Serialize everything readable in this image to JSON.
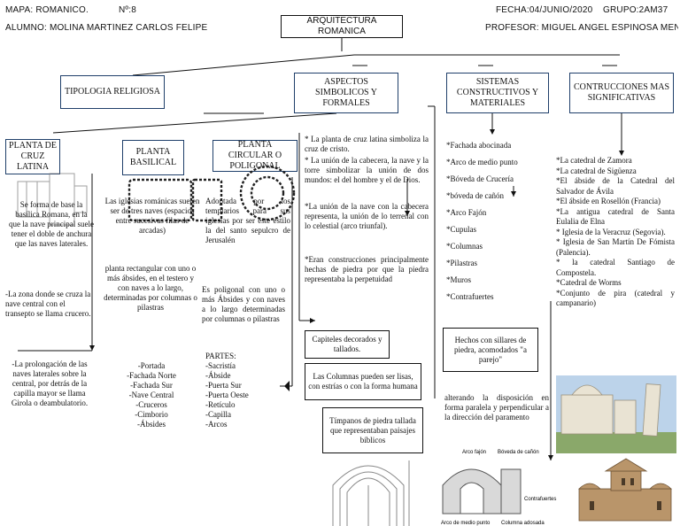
{
  "header": {
    "map": "MAPA: ROMANICO.",
    "number": "Nº:8",
    "date": "FECHA:04/JUNIO/2020",
    "group": "GRUPO:2AM37",
    "student": "ALUMNO: MOLINA MARTÍNEZ CARLOS FELIPE",
    "professor": "PROFESOR: MIGUEL ANGEL ESPINOSA MENESES"
  },
  "title": "ARQUITECTURA ROMANICA",
  "branches": {
    "tipologia": "TIPOLOGIA RELIGIOSA",
    "aspectos": "ASPECTOS SIMBOLICOS Y FORMALES",
    "sistemas": "SISTEMAS CONSTRUCTIVOS Y MATERIALES",
    "construcciones": "CONTRUCCIONES MAS SIGNIFICATIVAS"
  },
  "tipologia": {
    "cruz_title": "PLANTA DE CRUZ LATINA",
    "cruz_text1": "Se forma de base la basílica Romana, en la que la nave principal suele tener el doble de anchura que las naves laterales.",
    "cruz_text2": "-La zona donde se cruza la nave central con el transepto se llama crucero.",
    "cruz_text3": "-La prolongación de las naves laterales sobre la central, por detrás de la capilla mayor se llama Girola o deambulatorio.",
    "basilical_title": "PLANTA BASILICAL",
    "basilical_text1": "Las iglesias románicas suelen ser de tres naves (espacios entre sucesivas filas de arcadas)",
    "basilical_text2": "planta rectangular con uno o más ábsides, en el testero y con naves a lo largo, determinadas por columnas o pilastras",
    "basilical_parts": [
      "-Portada",
      "-Fachada Norte",
      "-Fachada Sur",
      "-Nave Central",
      "-Cruceros",
      "-Cimborio",
      "-Ábsides"
    ],
    "circular_title": "PLANTA CIRCULAR O POLIGONAL",
    "circular_text1": "Adoptada por los templarios para sus iglesias por ser este estilo la del santo sepulcro de Jerusalén",
    "circular_text2": "Es poligonal con uno o más Ábsides y con naves a lo largo determinadas por columnas o pilastras",
    "partes_title": "PARTES:",
    "partes": [
      "-Sacristía",
      "-Ábside",
      "-Puerta Sur",
      "-Puerta Oeste",
      "-Retículo",
      "-Capilla",
      "-Arcos"
    ]
  },
  "aspectos": {
    "p1": "* La planta de cruz latina simboliza la cruz de cristo.",
    "p2": "* La unión de la cabecera, la nave y la torre simbolizar la unión de dos mundos: el del hombre y el de Dios.",
    "p3": "*La unión de la nave con la cabecera representa, la unión de lo terrenal con lo celestial (arco triunfal).",
    "p4": "*Eran construcciones principalmente hechas de piedra por que la piedra representaba la perpetuidad",
    "box1": "Capiteles decorados y tallados.",
    "box2": "Las Columnas pueden ser lisas, con estrías o con la forma humana",
    "box3": "Tímpanos de piedra tallada que representaban paisajes bíblicos"
  },
  "sistemas": {
    "items": [
      "*Fachada abocinada",
      "*Arco de medio punto",
      "*Bóveda de Crucería",
      "*bóveda de cañón",
      "*Arco Fajón",
      "*Cupulas",
      "*Columnas",
      "*Pilastras",
      "*Muros",
      "*Contrafuertes"
    ],
    "box": "Hechos con sillares de piedra, acomodados \"a parejo\"",
    "text": "alterando la disposición en forma paralela y perpendicular a la dirección del paramento",
    "diagram_labels": [
      "Arco fajón",
      "Bóveda de cañón",
      "Contrafuertes",
      "Arco de medio punto",
      "Columna adosada"
    ]
  },
  "construcciones": {
    "items": [
      "*La catedral de Zamora",
      "*La catedral de Sigüenza",
      "*El ábside de la Catedral del Salvador de Ávila",
      "*El ábside en Rosellón (Francia)",
      "*La antigua catedral de Santa Eulalia de Elna",
      "* Iglesia de la Veracruz (Segovia).",
      "* Iglesia de San Martín De Fómista (Palencia).",
      "* la catedral Santiago de Compostela.",
      "*Catedral de Worms",
      "*Conjunto de pira (catedral y campanario)"
    ]
  },
  "colors": {
    "box_border": "#1f3f6a",
    "line": "#111111"
  }
}
